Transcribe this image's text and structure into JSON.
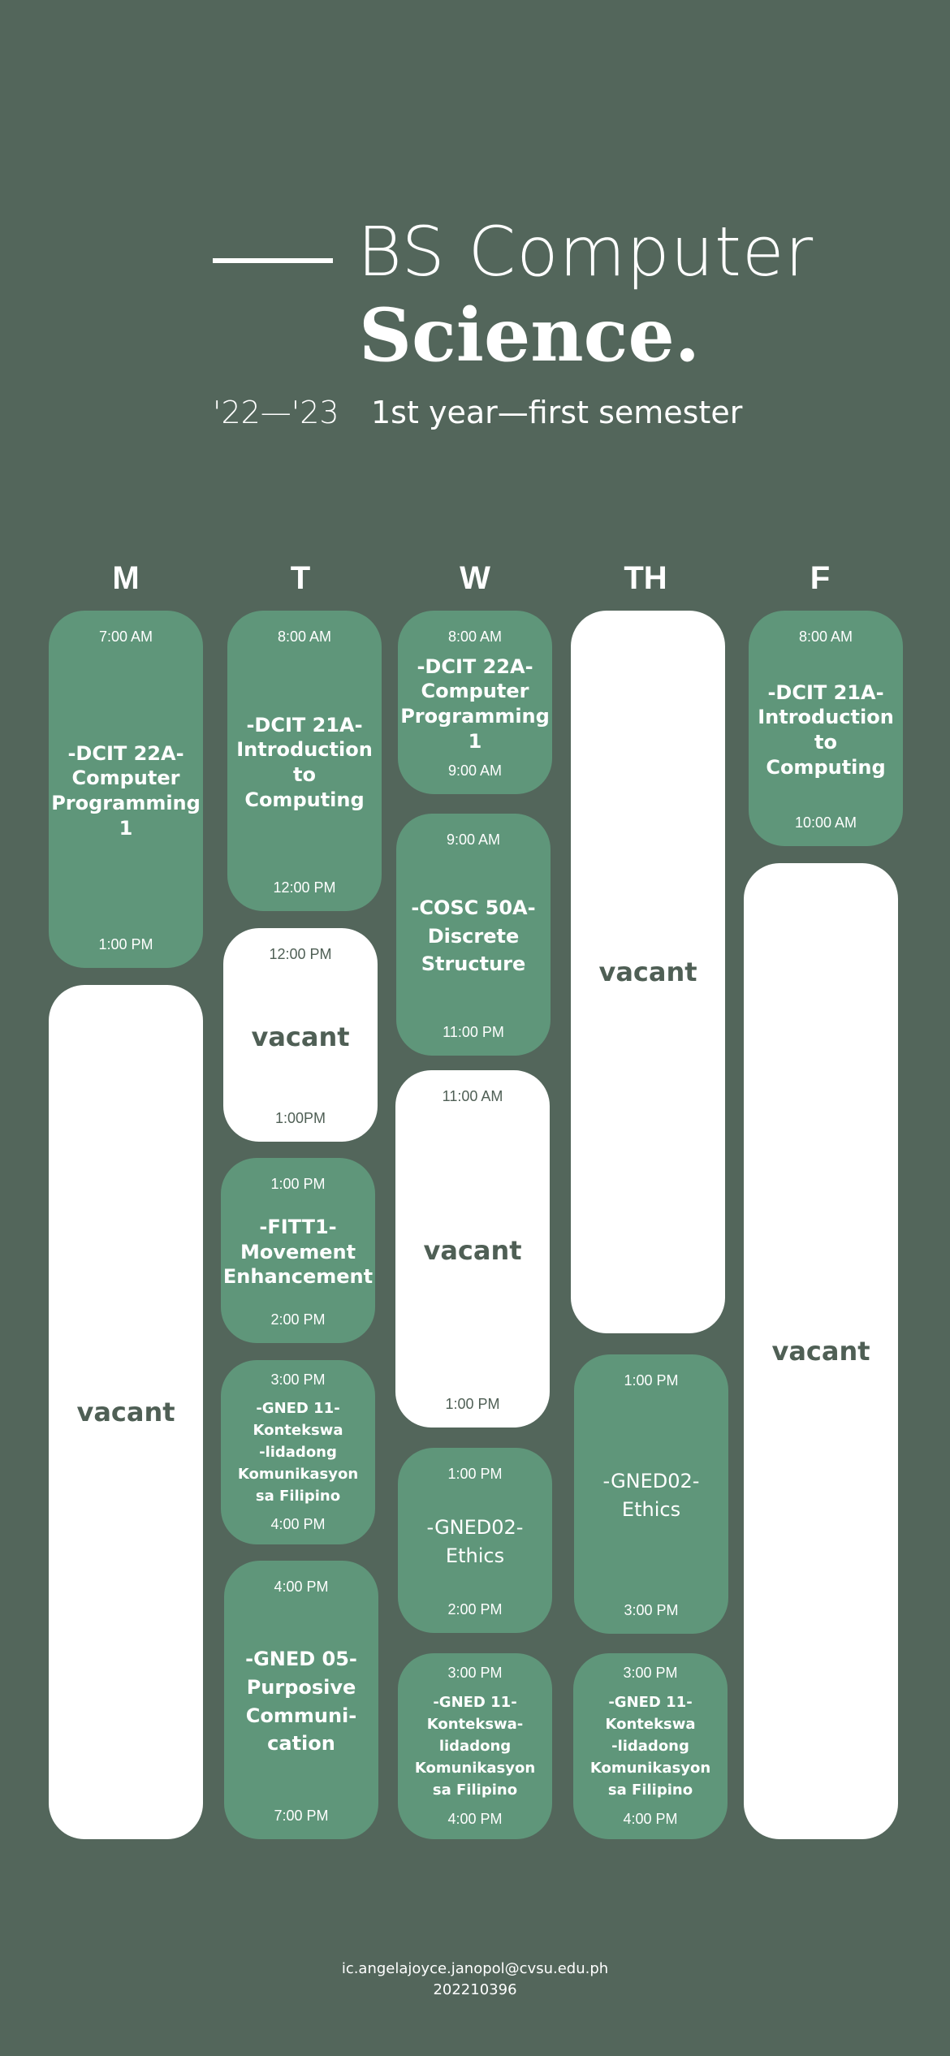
{
  "header": {
    "title_light": "BS Computer",
    "title_bold": "Science.",
    "school_year": "'22—'23",
    "term": "1st year—first semester"
  },
  "days": [
    "M",
    "T",
    "W",
    "TH",
    "F"
  ],
  "schedule": {
    "m1": {
      "start": "7:00 AM",
      "lines": [
        "-DCIT 22A-",
        "Computer",
        "Programming 1"
      ],
      "end": "1:00 PM"
    },
    "m2": {
      "label": "vacant"
    },
    "t1": {
      "start": "8:00 AM",
      "lines": [
        "-DCIT 21A-",
        "Introduction",
        "to Computing"
      ],
      "end": "12:00 PM"
    },
    "t2": {
      "start": "12:00 PM",
      "label": "vacant",
      "end": "1:00PM"
    },
    "t3": {
      "start": "1:00 PM",
      "lines": [
        "-FITT1-",
        "Movement",
        "Enhancement"
      ],
      "end": "2:00 PM"
    },
    "t4": {
      "start": "3:00 PM",
      "lines": [
        "-GNED 11-",
        "Kontekswa",
        "-lidadong",
        "Komunikasyon",
        "sa Filipino"
      ],
      "end": "4:00 PM"
    },
    "t5": {
      "start": "4:00 PM",
      "lines": [
        "-GNED 05-",
        "Purposive",
        "Communi-",
        "cation"
      ],
      "end": "7:00 PM"
    },
    "w1": {
      "start": "8:00 AM",
      "lines": [
        "-DCIT 22A-",
        "Computer",
        "Programming 1"
      ],
      "end": "9:00 AM"
    },
    "w2": {
      "start": "9:00 AM",
      "lines": [
        "-COSC 50A-",
        "Discrete",
        "Structure"
      ],
      "end": "11:00 PM"
    },
    "w3": {
      "start": "11:00 AM",
      "label": "vacant",
      "end": "1:00 PM"
    },
    "w4": {
      "start": "1:00 PM",
      "lines": [
        "-GNED02-",
        "Ethics"
      ],
      "end": "2:00 PM"
    },
    "w5": {
      "start": "3:00 PM",
      "lines": [
        "-GNED 11-",
        "Kontekswa-",
        "lidadong",
        "Komunikasyon",
        "sa Filipino"
      ],
      "end": "4:00 PM"
    },
    "th1": {
      "label": "vacant"
    },
    "th2": {
      "start": "1:00 PM",
      "lines": [
        "-GNED02-",
        "Ethics"
      ],
      "end": "3:00 PM"
    },
    "th3": {
      "start": "3:00 PM",
      "lines": [
        "-GNED 11-",
        "Kontekswa",
        "-lidadong",
        "Komunikasyon",
        "sa Filipino"
      ],
      "end": "4:00 PM"
    },
    "f1": {
      "start": "8:00 AM",
      "lines": [
        "-DCIT 21A-",
        "Introduction",
        "to Computing"
      ],
      "end": "10:00 AM"
    },
    "f2": {
      "label": "vacant"
    }
  },
  "footer": {
    "email": "ic.angelajoyce.janopol@cvsu.edu.ph",
    "student_id": "202210396"
  },
  "colors": {
    "background": "#53665b",
    "class_block": "#5f967a",
    "vacant_block": "#ffffff",
    "vacant_text": "#4f5f55"
  }
}
